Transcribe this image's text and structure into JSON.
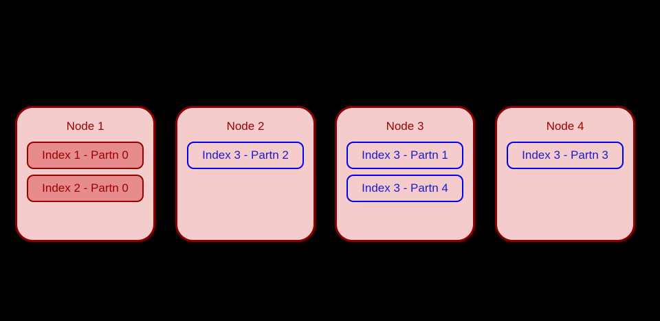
{
  "canvas": {
    "background_color": "#000000"
  },
  "colors": {
    "node_fill": "#f5cccc",
    "node_border": "#8b0000",
    "node_title_text": "#990000",
    "red_item_fill": "#e78c8c",
    "red_item_border": "#990000",
    "red_item_text": "#990000",
    "blue_item_border": "#0000ee",
    "blue_item_text": "#1a1acc"
  },
  "nodes": [
    {
      "title": "Node 1",
      "items": [
        {
          "label": "Index 1 - Partn 0",
          "variant": "red"
        },
        {
          "label": "Index 2 - Partn 0",
          "variant": "red"
        }
      ]
    },
    {
      "title": "Node 2",
      "items": [
        {
          "label": "Index 3 - Partn 2",
          "variant": "blue"
        }
      ]
    },
    {
      "title": "Node 3",
      "items": [
        {
          "label": "Index 3 - Partn 1",
          "variant": "blue"
        },
        {
          "label": "Index 3 - Partn 4",
          "variant": "blue"
        }
      ]
    },
    {
      "title": "Node 4",
      "items": [
        {
          "label": "Index 3 - Partn 3",
          "variant": "blue"
        }
      ]
    }
  ]
}
